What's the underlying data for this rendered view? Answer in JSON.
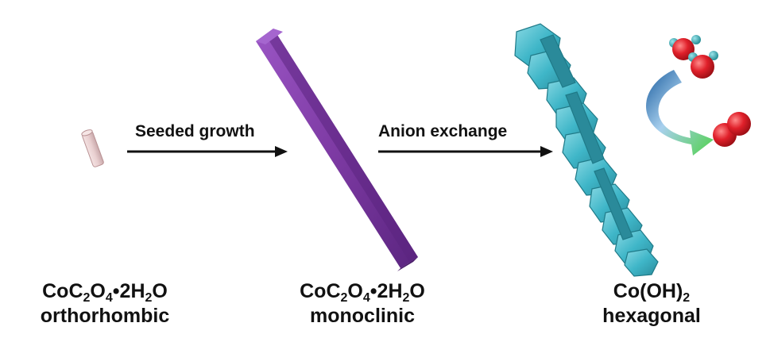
{
  "steps": [
    {
      "label": "Seeded growth"
    },
    {
      "label": "Anion exchange"
    }
  ],
  "stages": [
    {
      "formula": {
        "a": "CoC",
        "b": "2",
        "c": "O",
        "d": "4",
        "e": "•2H",
        "f": "2",
        "g": "O"
      },
      "phase": "orthorhombic"
    },
    {
      "formula": {
        "a": "CoC",
        "b": "2",
        "c": "O",
        "d": "4",
        "e": "•2H",
        "f": "2",
        "g": "O"
      },
      "phase": "monoclinic"
    },
    {
      "formula": {
        "a": "Co(OH)",
        "b": "2"
      },
      "phase": "hexagonal"
    }
  ],
  "colors": {
    "seed_rod": "#e9cfd0",
    "monoclinic_rod": "#7d3aa3",
    "hexagonal_plates": "#3fb6c8",
    "oxygen_atom": "#e0202a",
    "hydrogen_atom": "#2aa0a8",
    "curved_arrow_start": "#1a5c9e",
    "curved_arrow_end": "#4fd14a",
    "arrow": "#111111"
  }
}
